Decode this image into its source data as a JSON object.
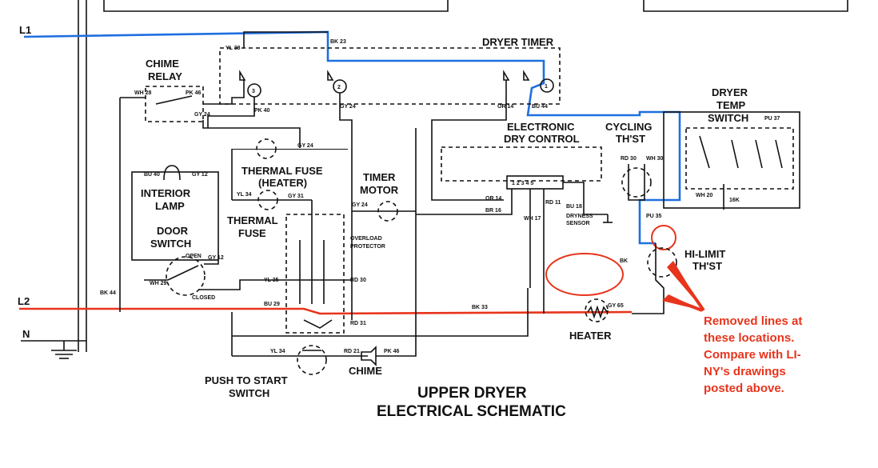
{
  "labels": {
    "l1": "L1",
    "l2": "L2",
    "n": "N",
    "chime_relay_1": "CHIME",
    "chime_relay_2": "RELAY",
    "dryer_timer": "DRYER TIMER",
    "electronic_1": "ELECTRONIC",
    "electronic_2": "DRY CONTROL",
    "cycling_1": "CYCLING",
    "cycling_2": "TH'ST",
    "temp_1": "DRYER",
    "temp_2": "TEMP",
    "temp_3": "SWITCH",
    "thermal_fuse_heater_1": "THERMAL FUSE",
    "thermal_fuse_heater_2": "(HEATER)",
    "timer_motor_1": "TIMER",
    "timer_motor_2": "MOTOR",
    "interior_lamp_1": "INTERIOR",
    "interior_lamp_2": "LAMP",
    "door_switch_1": "DOOR",
    "door_switch_2": "SWITCH",
    "thermal_fuse_1": "THERMAL",
    "thermal_fuse_2": "FUSE",
    "hi_limit_1": "HI-LIMIT",
    "hi_limit_2": "TH'ST",
    "heater": "HEATER",
    "push_start_1": "PUSH TO START",
    "push_start_2": "SWITCH",
    "chime": "CHIME",
    "title_1": "UPPER DRYER",
    "title_2": "ELECTRICAL SCHEMATIC",
    "dryness_sensor_1": "DRYNESS",
    "dryness_sensor_2": "SENSOR",
    "overload_1": "OVERLOAD",
    "overload_2": "PROTECTOR",
    "open": "OPEN",
    "closed": "CLOSED",
    "terminals": "1 2 3 4 5",
    "res_16k": "16K",
    "timer_contact_3": "3",
    "timer_contact_2": "2",
    "timer_contact_1": "1"
  },
  "wire_codes": {
    "yl_38": "YL 38",
    "bk_23": "BK 23",
    "wh_28": "WH 28",
    "pk_46a": "PK 46",
    "pk_40": "PK 40",
    "gy_24a": "GY 24",
    "or_14a": "OR 14",
    "bu_44": "BU 44",
    "gy_24b": "GY 24",
    "bu_40": "BU 40",
    "gy_12a": "GY 12",
    "gy_24c": "GY 24",
    "gy_31": "GY 31",
    "dr_14": "OR 14",
    "br_16": "BR 16",
    "rd_11": "RD 11",
    "wh_17": "WH 17",
    "bu_18": "BU 18",
    "rd_30": "RD 30",
    "wh_30": "WH 30",
    "pu_35": "PU 35",
    "bk_44": "BK 44",
    "wh_29": "WH 29",
    "gy_12b": "GY 12",
    "yl_35": "YL 35",
    "bu_29": "BU 29",
    "rd_30b": "RD 30",
    "bk_33": "BK 33",
    "gy_65": "GY 65",
    "rd_31": "RD 31",
    "yl_34": "YL 34",
    "rd_21": "RD 21",
    "pk_46b": "PK 46",
    "yl_34b": "YL 34",
    "pu_37": "PU 37",
    "wh_20": "WH 20",
    "bk_wire": "BK"
  },
  "annotation": {
    "line_1": "Removed lines at",
    "line_2": "these locations.",
    "line_3": "Compare with LI-",
    "line_4": "NY's drawings",
    "line_5": "posted above."
  },
  "colors": {
    "l1_wire": "#1f6fe0",
    "l2_wire": "#e8341c",
    "annotation": "#e8341c",
    "ink": "#111111"
  }
}
